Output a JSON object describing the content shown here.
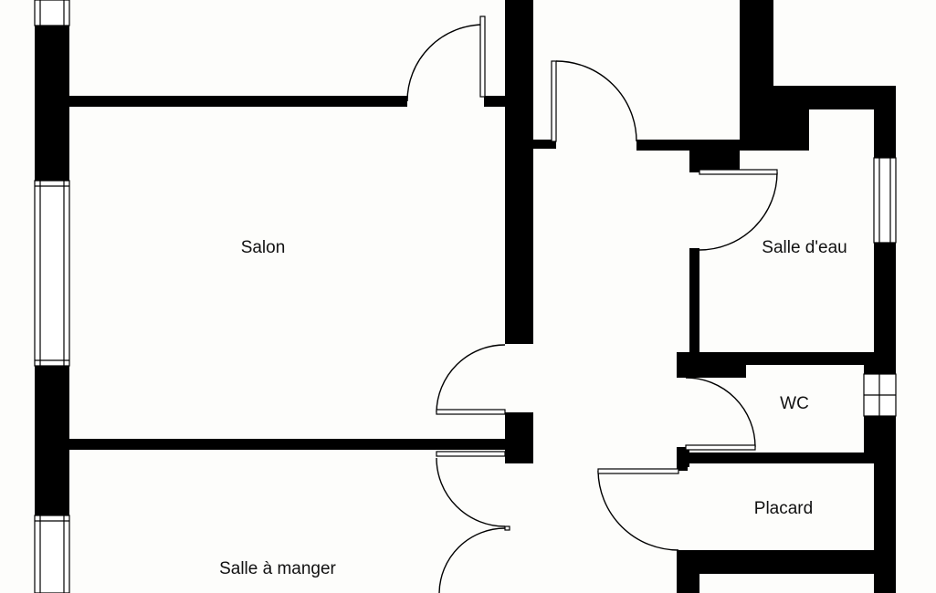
{
  "rooms": {
    "salon": "Salon",
    "salle_d_eau": "Salle d'eau",
    "wc": "WC",
    "placard": "Placard",
    "salle_a_manger": "Salle à manger"
  },
  "colors": {
    "wall": "#000000",
    "floor": "#fdfdfb",
    "window": "#ffffff"
  }
}
